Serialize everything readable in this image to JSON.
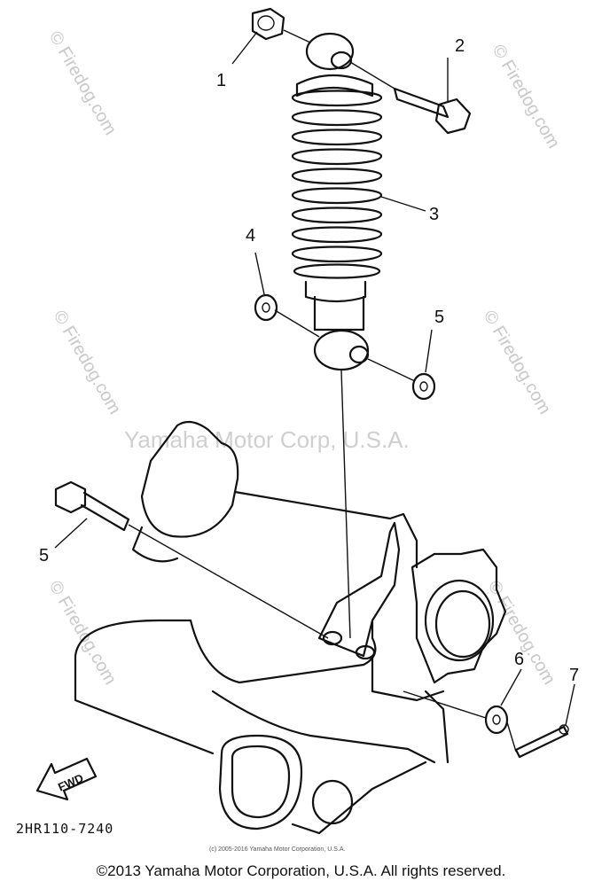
{
  "watermarks": {
    "site": "© Firedog.com",
    "center": "Yamaha Motor Corp, U.S.A."
  },
  "callouts": [
    "1",
    "2",
    "3",
    "4",
    "5",
    "5",
    "6",
    "7"
  ],
  "diagram_code": "2HR110-7240",
  "fwd_label": "FWD",
  "small_copyright": "(c) 2005-2016 Yamaha Motor Corporation, U.S.A.",
  "footer": "©2013 Yamaha Motor Corporation, U.S.A. All rights reserved."
}
